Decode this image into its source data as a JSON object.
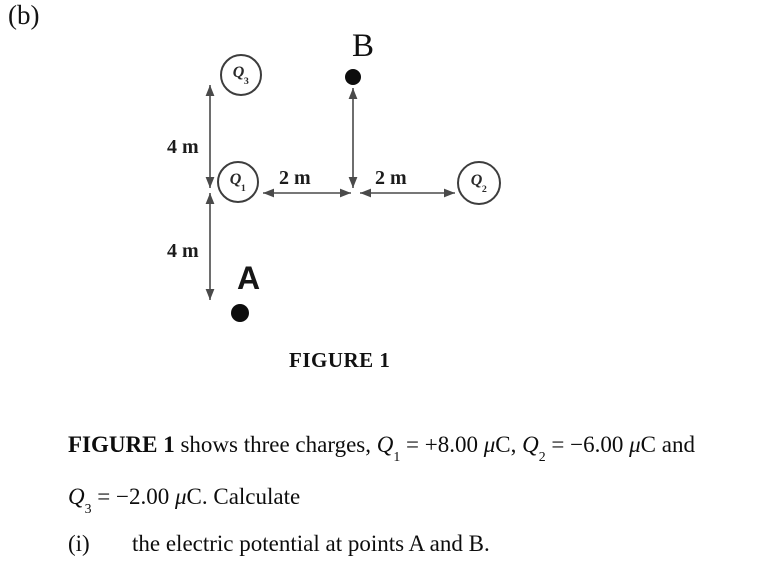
{
  "page": {
    "part_label": "(b)"
  },
  "diagram": {
    "caption": "FIGURE 1",
    "charges": [
      {
        "name": "Q3",
        "symbol": "Q",
        "subscript": "3"
      },
      {
        "name": "Q1",
        "symbol": "Q",
        "subscript": "1"
      },
      {
        "name": "Q2",
        "symbol": "Q",
        "subscript": "2"
      }
    ],
    "points": [
      {
        "name": "B",
        "label": "B"
      },
      {
        "name": "A",
        "label": "A"
      }
    ],
    "dimensions": {
      "left_upper": "4 m",
      "left_lower": "4 m",
      "horizontal_left": "2 m",
      "horizontal_right": "2 m"
    },
    "colors": {
      "line": "#4a4a4a",
      "text": "#111111"
    }
  },
  "problem": {
    "line1": {
      "figref": "FIGURE 1",
      "t1": " shows three charges, ",
      "q1": "Q",
      "q1sub": "1",
      "t2": " = +8.00 ",
      "mu1": "μ",
      "c1": "C, ",
      "q2": "Q",
      "q2sub": "2",
      "t3": " = −6.00 ",
      "mu2": "μ",
      "c2": "C and"
    },
    "line2": {
      "q3": "Q",
      "q3sub": "3",
      "t1": " = −2.00 ",
      "mu": "μ",
      "c": "C. Calculate"
    },
    "line3": {
      "item_number": "(i)",
      "text": "the electric potential at points A and B."
    }
  }
}
